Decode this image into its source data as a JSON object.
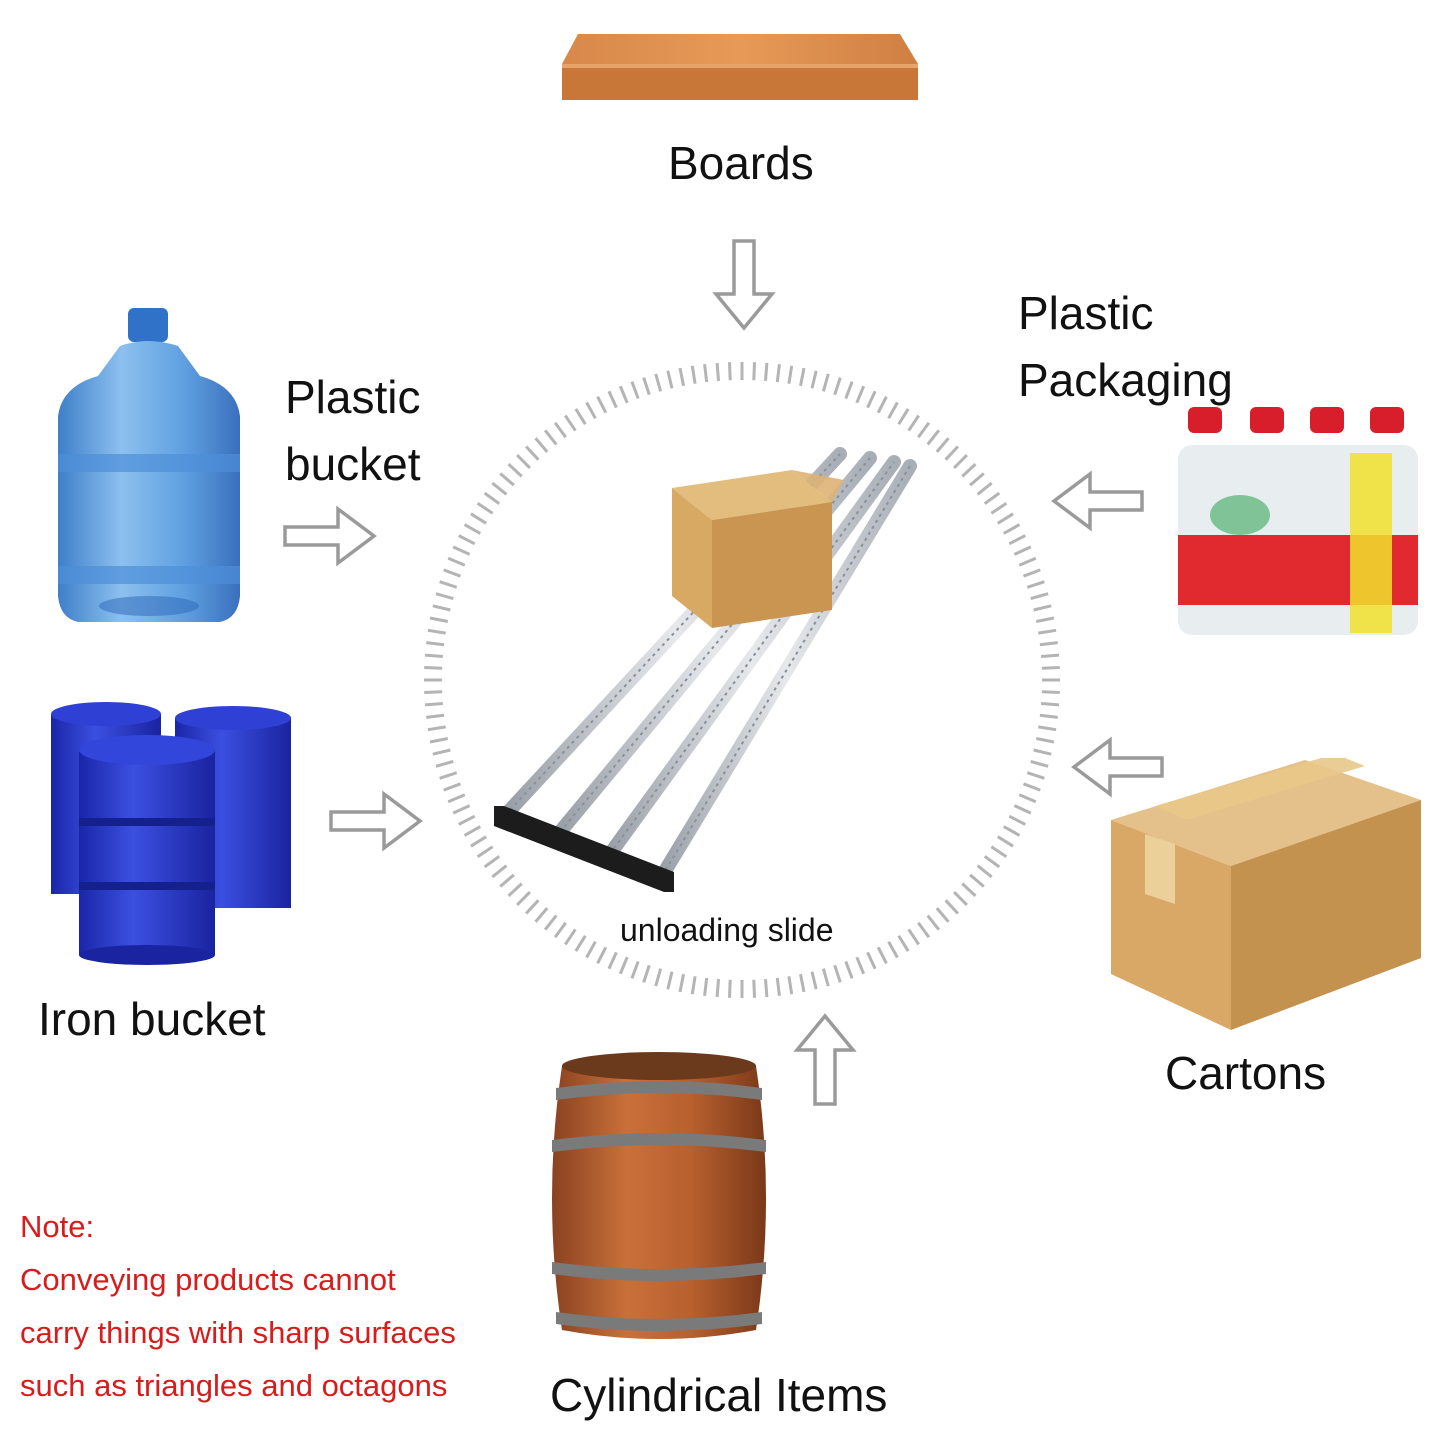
{
  "center_label": "unloading slide",
  "items": {
    "boards": "Boards",
    "plastic_bucket_line1": "Plastic",
    "plastic_bucket_line2": "bucket",
    "plastic_packaging_line1": "Plastic",
    "plastic_packaging_line2": "Packaging",
    "iron_bucket": "Iron bucket",
    "cartons": "Cartons",
    "cylindrical_items": "Cylindrical Items"
  },
  "note": {
    "title": "Note:",
    "lines": [
      "Conveying products cannot",
      "carry things with sharp surfaces",
      "such as triangles and octagons"
    ]
  },
  "colors": {
    "note_text": "#d81c1c",
    "arrow_outline": "#9a9a9a",
    "dial_ticks": "#b4b4b4",
    "board_wood": "#d98a4a",
    "water_jug": "#5e9fe0",
    "drum_blue": "#2436c8",
    "carton_brown": "#dcb277",
    "barrel_wood": "#b05c2a",
    "bottle_red": "#e02a30"
  }
}
